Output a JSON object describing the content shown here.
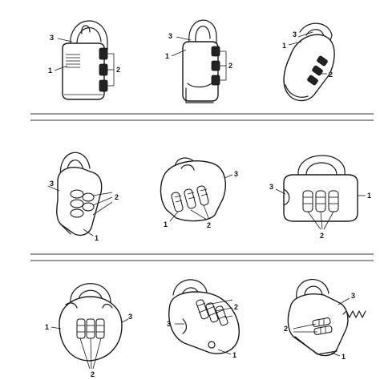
{
  "figure": {
    "row1": [
      {
        "labels": {
          "l1": "1",
          "l2": "2",
          "l3": "3"
        }
      },
      {
        "labels": {
          "l1": "1",
          "l2": "2",
          "l3": "3"
        }
      },
      {
        "labels": {
          "l1": "1",
          "l2": "2",
          "l3": "3"
        }
      }
    ],
    "row2": [
      {
        "labels": {
          "l1": "1",
          "l2": "2",
          "l3": "3"
        }
      },
      {
        "labels": {
          "l1": "1",
          "l2": "2",
          "l3": "3"
        }
      },
      {
        "labels": {
          "l1": "1",
          "l2": "2",
          "l3": "3"
        }
      }
    ],
    "row3": [
      {
        "labels": {
          "l1": "1",
          "l2": "2",
          "l3": "3"
        }
      },
      {
        "labels": {
          "l1": "1",
          "l2": "2",
          "l3": "3"
        }
      },
      {
        "labels": {
          "l1": "1",
          "l2": "2",
          "l3": "3"
        }
      }
    ]
  },
  "colors": {
    "ink": "#1a1a1a",
    "paper": "#ffffff"
  }
}
